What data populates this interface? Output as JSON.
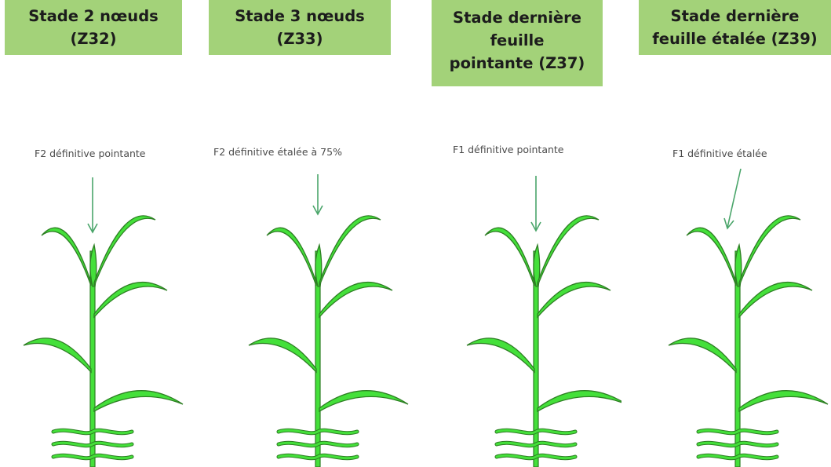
{
  "colors": {
    "title_bg": "#a3d279",
    "leaf_fill": "#44e03a",
    "leaf_stroke": "#2d7e23",
    "arrow": "#4aa56a"
  },
  "stages": [
    {
      "title_lines": [
        "Stade 2 nœuds",
        "(Z32)"
      ],
      "annotation": "F2 définitive pointante"
    },
    {
      "title_lines": [
        "Stade 3 nœuds",
        "(Z33)"
      ],
      "annotation": "F2 définitive étalée à 75%"
    },
    {
      "title_lines": [
        "Stade dernière",
        "feuille",
        "pointante (Z37)"
      ],
      "annotation": "F1 définitive pointante"
    },
    {
      "title_lines": [
        "Stade dernière",
        "feuille étalée (Z39)"
      ],
      "annotation": "F1 définitive étalée"
    }
  ]
}
